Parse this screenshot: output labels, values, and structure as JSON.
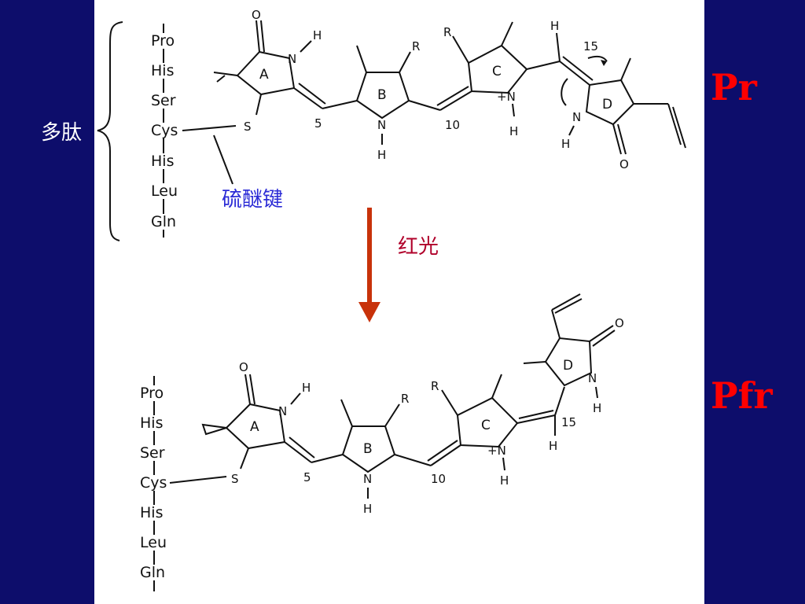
{
  "labels": {
    "pr": "Pr",
    "pfr": "Pfr",
    "polypeptide": "多肽",
    "thioether_bond": "硫醚键",
    "red_light": "红光"
  },
  "peptide_sequence": [
    "Pro",
    "His",
    "Ser",
    "Cys",
    "His",
    "Leu",
    "Gln"
  ],
  "ring_labels": [
    "A",
    "B",
    "C",
    "D"
  ],
  "atoms": {
    "oxygen": "O",
    "nitrogen": "N",
    "hydrogen": "H",
    "n_plus": "+N",
    "substituent": "R",
    "sulfur": "S"
  },
  "position_numbers": {
    "p5": "5",
    "p10": "10",
    "p15": "15"
  },
  "colors": {
    "background": "#0d0d6b",
    "panel": "#ffffff",
    "state_labels": "#ff0000",
    "thioether": "#2b2bd6",
    "red_light_text": "#b0002a",
    "arrow": "#c8320a"
  }
}
